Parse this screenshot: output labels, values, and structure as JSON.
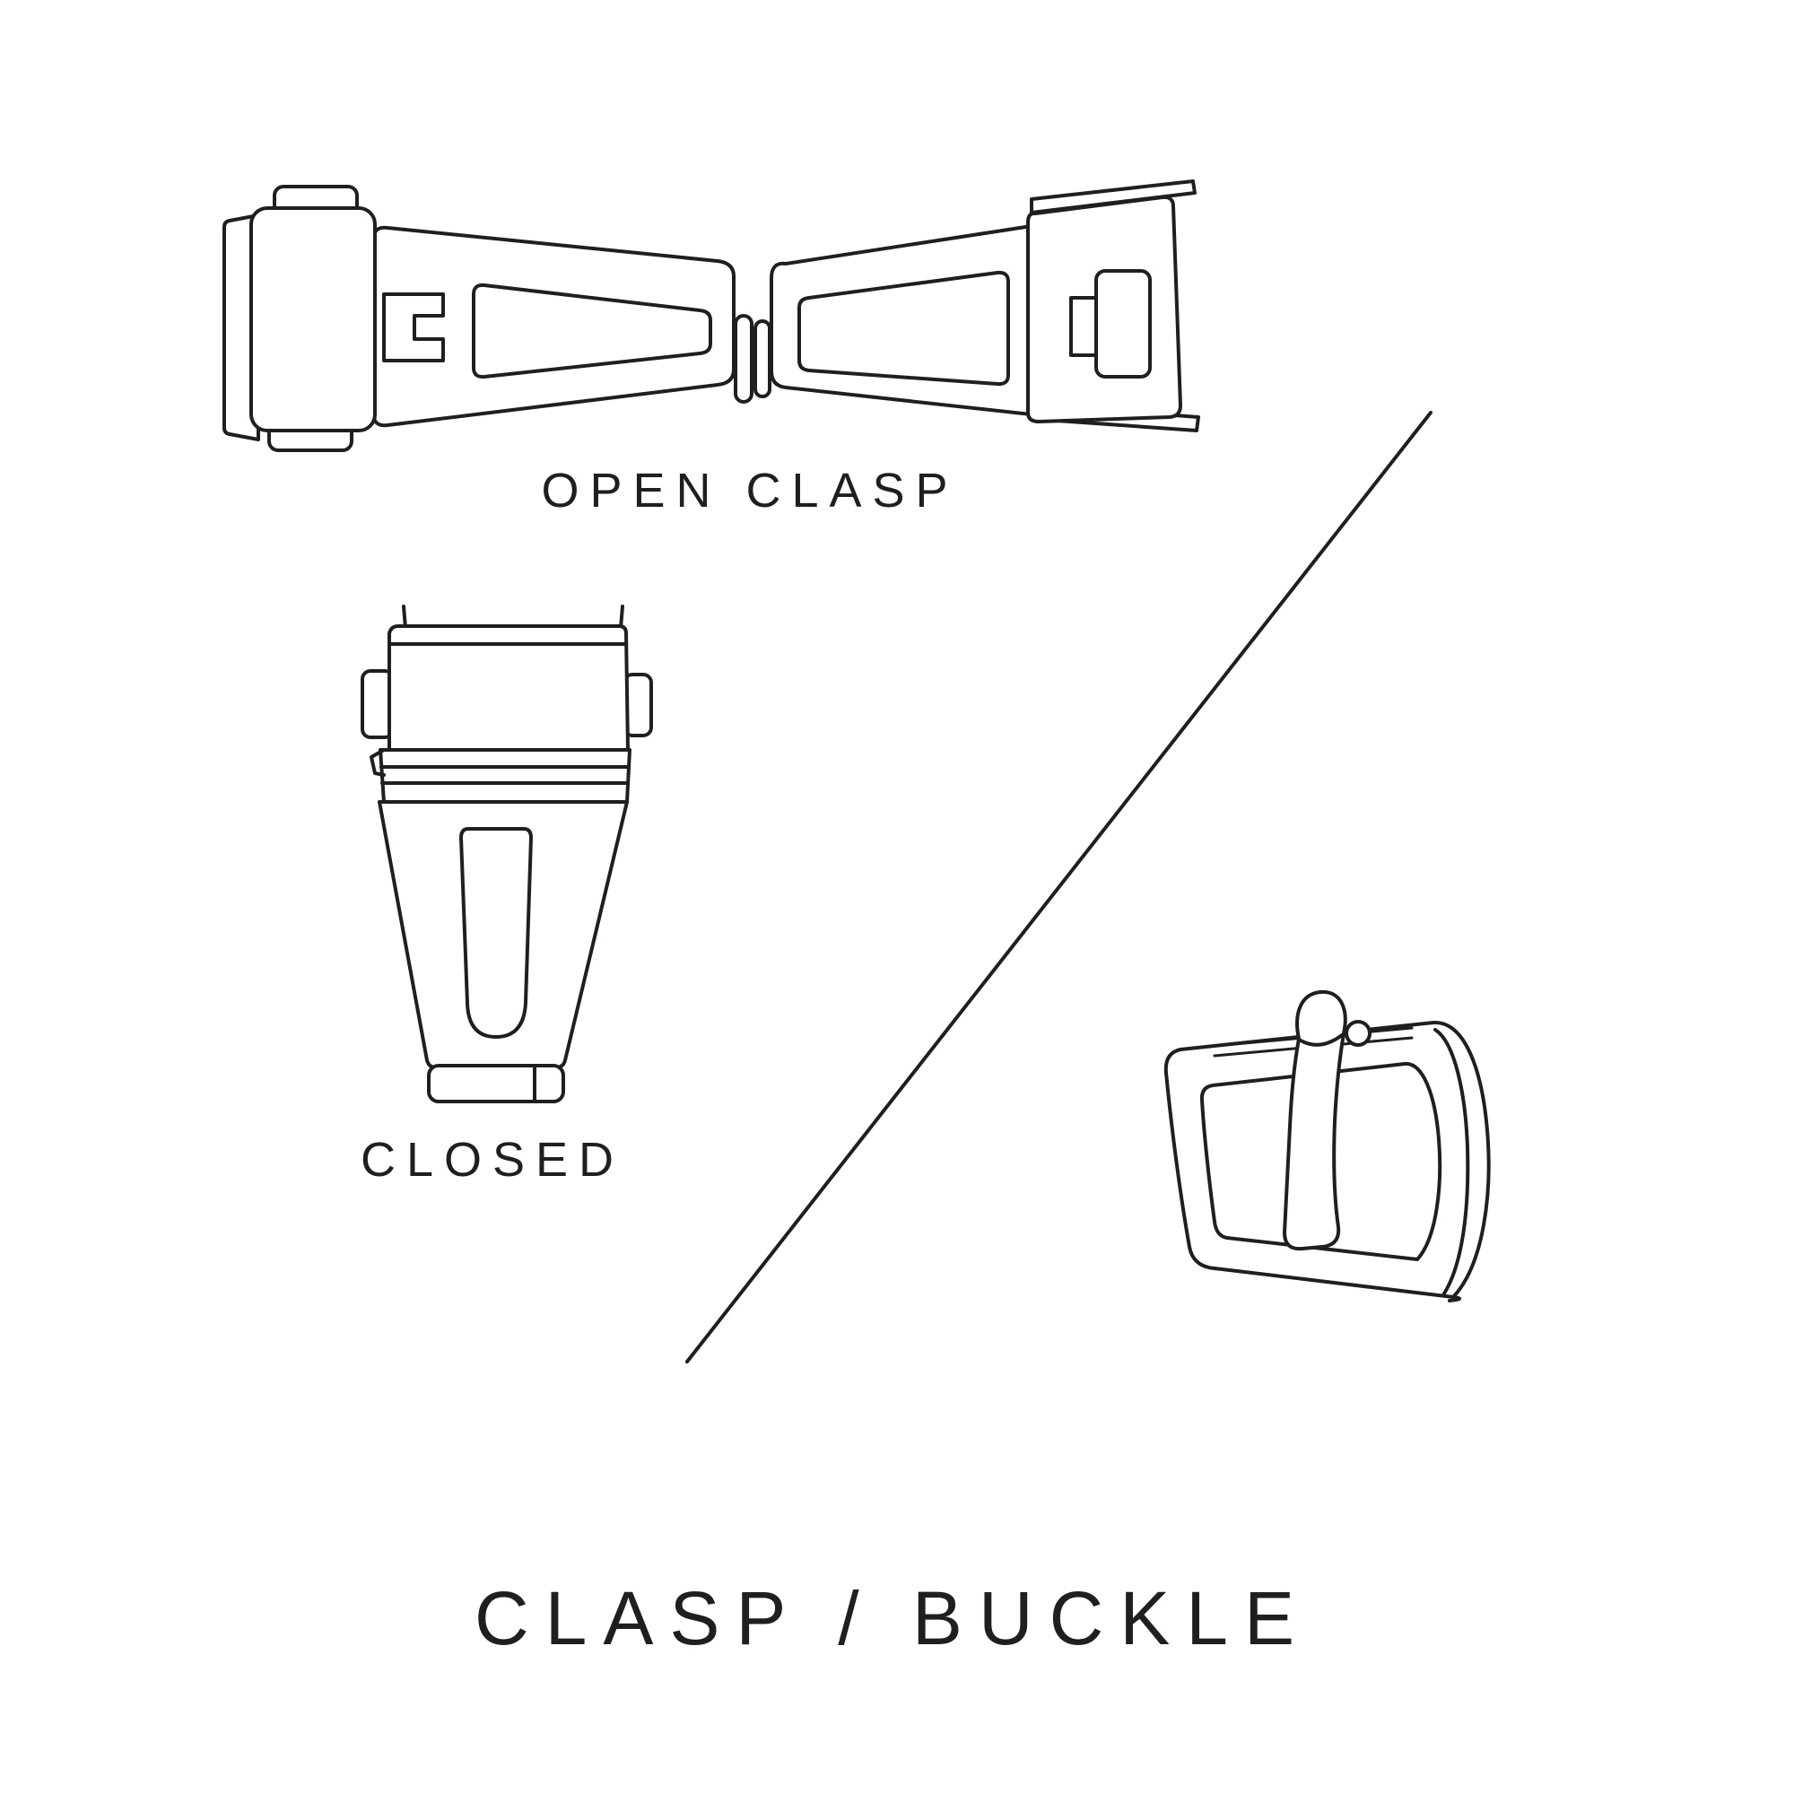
{
  "colors": {
    "ink": "#1f1f1f",
    "background": "#ffffff"
  },
  "labels": {
    "open_clasp": "OPEN CLASP",
    "closed": "CLOSED",
    "title": "CLASP / BUCKLE"
  },
  "figures": {
    "open_clasp": {
      "caption": "OPEN CLASP"
    },
    "closed_clasp": {
      "caption": "CLOSED"
    },
    "buckle": {
      "caption": ""
    }
  }
}
